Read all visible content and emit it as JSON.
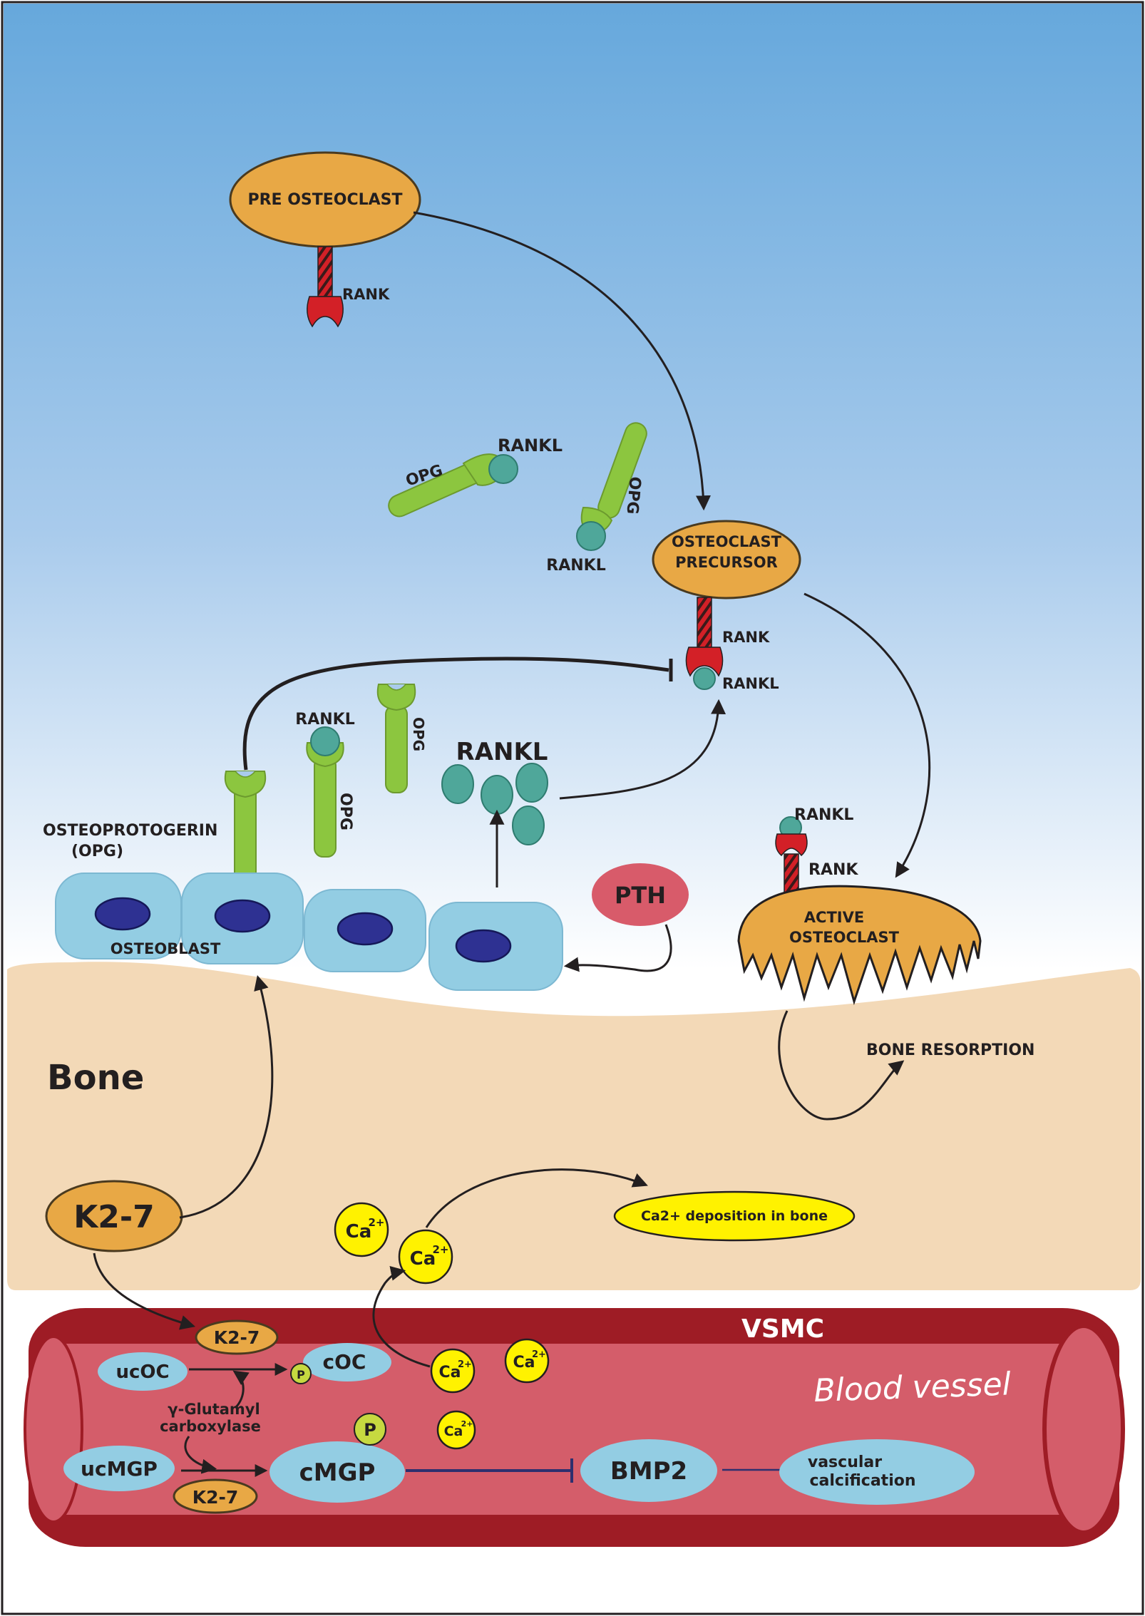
{
  "colors": {
    "sky_top": "#66a8dc",
    "sky_bottom": "#ffffff",
    "bone": "#f3d9b7",
    "vessel_dark": "#9e1c25",
    "vessel_light": "#d45d6a",
    "cell": "#93cde3",
    "nucleus": "#2e3192",
    "opg": "#8cc63f",
    "rankl": "#4fa79a",
    "rank": "#d32027",
    "osteoclast": "#e8a845",
    "calcium": "#fff200",
    "pth": "#d85b6a"
  },
  "labels": {
    "pre_osteoclast": "PRE OSTEOCLAST",
    "rank_top": "RANK",
    "opg_a": "OPG",
    "rankl_a": "RANKL",
    "opg_b": "OPG",
    "rankl_b": "RANKL",
    "osteoclast_precursor_1": "OSTEOCLAST",
    "osteoclast_precursor_2": "PRECURSOR",
    "rank_precursor": "RANK",
    "rankl_precursor": "RANKL",
    "rankl_small": "RANKL",
    "opg_vertical_1": "OPG",
    "opg_vertical_2": "OPG",
    "rankl_cluster": "RANKL",
    "osteoprotegerin_1": "OSTEOPROTOGERIN",
    "osteoprotegerin_2": "(OPG)",
    "osteoblast": "OSTEOBLAST",
    "pth": "PTH",
    "rankl_active": "RANKL",
    "rank_active": "RANK",
    "active_osteoclast_1": "ACTIVE",
    "active_osteoclast_2": "OSTEOCLAST",
    "bone_resorption": "BONE RESORPTION",
    "bone": "Bone",
    "k27_main": "K2-7",
    "ca_label": "Ca",
    "ca_sup": "2+",
    "ca_deposition": "Ca2+ deposition in bone",
    "vsmc": "VSMC",
    "blood_vessel": "Blood vessel",
    "k27_top": "K2-7",
    "ucoc": "ucOC",
    "p_small": "P",
    "coc": "cOC",
    "gamma_1": "γ-Glutamyl",
    "gamma_2": "carboxylase",
    "ucmgp": "ucMGP",
    "k27_bottom": "K2-7",
    "p_large": "P",
    "cmgp": "cMGP",
    "bmp2": "BMP2",
    "vascular_1": "vascular",
    "vascular_2": "calcification"
  }
}
